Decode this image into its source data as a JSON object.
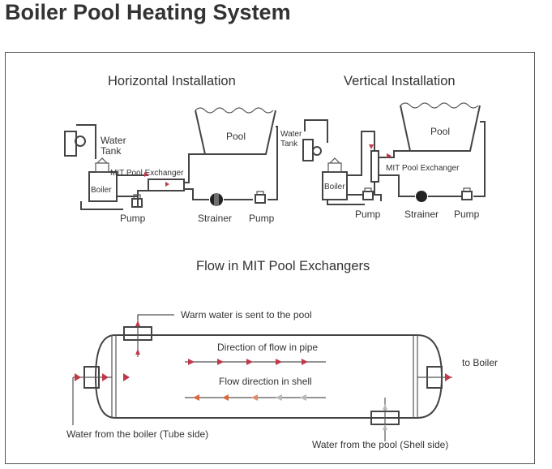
{
  "page_title": "Boiler Pool Heating System",
  "horizontal": {
    "heading": "Horizontal Installation",
    "water_tank": [
      "Water",
      "Tank"
    ],
    "pool": "Pool",
    "boiler": "Boiler",
    "exchanger": "MIT Pool Exchanger",
    "pump_left": "Pump",
    "strainer": "Strainer",
    "pump_right": "Pump"
  },
  "vertical": {
    "heading": "Vertical Installation",
    "water_tank": [
      "Water",
      "Tank"
    ],
    "pool": "Pool",
    "boiler": "Boiler",
    "exchanger": "MIT Pool Exchanger",
    "pump_left": "Pump",
    "strainer": "Strainer",
    "pump_right": "Pump"
  },
  "flow": {
    "heading": "Flow in MIT Pool Exchangers",
    "warm_water": "Warm water is sent to the pool",
    "pipe_direction": "Direction of flow in pipe",
    "shell_direction": "Flow direction in shell",
    "to_boiler": "to Boiler",
    "from_boiler": "Water from the boiler (Tube side)",
    "from_pool": "Water from the pool (Shell side)"
  },
  "colors": {
    "hot_arrow": "#c0394b",
    "warm_arrow": "#d9683f",
    "cool_arrow": "#b9b9b9",
    "line": "#444444"
  }
}
